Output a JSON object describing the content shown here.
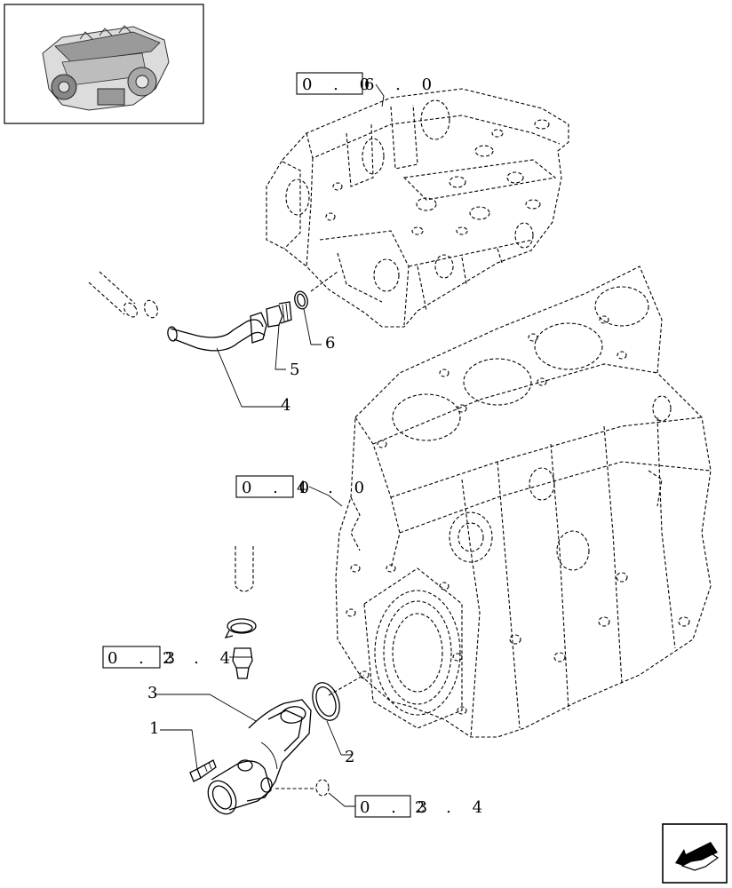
{
  "references": {
    "top": {
      "boxed": "0 . 0",
      "rest": "6 . 0"
    },
    "middle": {
      "boxed": "0 . 0",
      "rest": "4 . 0"
    },
    "left": {
      "boxed": "0 . 3",
      "rest": "2 . 4"
    },
    "bottom": {
      "boxed": "0 . 3",
      "rest": "2 . 4"
    }
  },
  "callouts": {
    "c1": "1",
    "c2": "2",
    "c3": "3",
    "c4": "4",
    "c5": "5",
    "c6": "6"
  },
  "icons": {
    "thumbnail": "engine-thumbnail-icon",
    "nav": "back-arrow-icon"
  }
}
